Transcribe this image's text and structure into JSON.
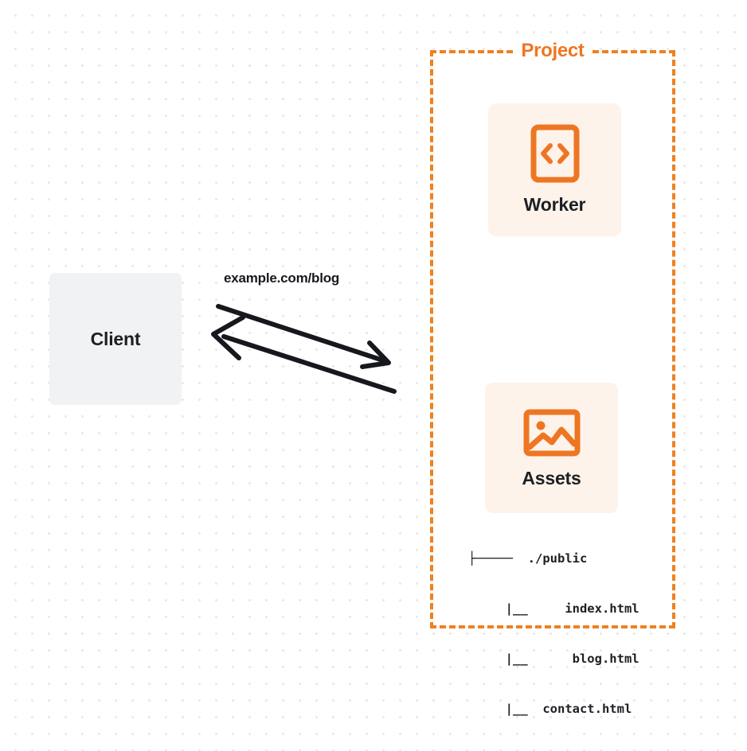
{
  "canvas": {
    "background": "#ffffff",
    "dot_color": "#e6e7e9"
  },
  "palette": {
    "orange": "#ee7623",
    "orange_border": "#f08020",
    "card_fill": "#fdf3ea",
    "client_fill": "#f1f2f4",
    "text_dark": "#1d1f24"
  },
  "client": {
    "label": "Client",
    "icon": "client-box-icon"
  },
  "connector": {
    "request_label": "example.com/blog",
    "outgoing_arrow": "arrow-right-icon",
    "incoming_arrow": "arrow-left-icon"
  },
  "project": {
    "title": "Project",
    "cards": [
      {
        "id": "worker",
        "label": "Worker",
        "icon": "code-document-icon"
      },
      {
        "id": "assets",
        "label": "Assets",
        "icon": "image-picture-icon"
      }
    ],
    "file_tree": {
      "lines": [
        "├─────  ./public",
        "     |__     index.html",
        "     |__      blog.html",
        "     |__  contact.html"
      ]
    }
  }
}
